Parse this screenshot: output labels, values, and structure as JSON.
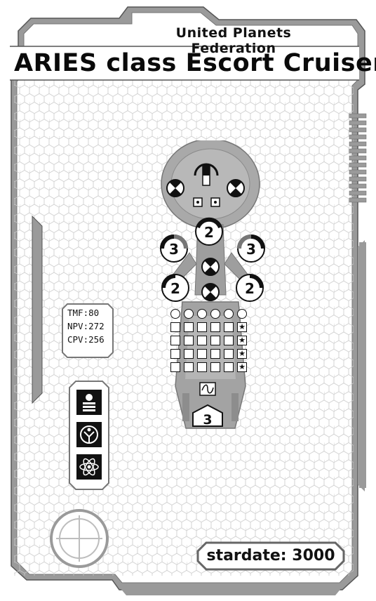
{
  "card": {
    "faction": "United Planets Federation",
    "title": "ARIES class Escort Cruiser",
    "stardate_label": "stardate:",
    "stardate_value": "3000"
  },
  "stats": [
    {
      "label": "TMF",
      "value": "80"
    },
    {
      "label": "NPV",
      "value": "272"
    },
    {
      "label": "CPV",
      "value": "256"
    }
  ],
  "weapons": {
    "front_arc_rating": "2",
    "left_arc_rating": "3",
    "right_arc_rating": "3",
    "lower_left_rating": "2",
    "lower_right_rating": "2",
    "engine_thrust": "3"
  },
  "damage_track": {
    "columns": 6,
    "square_rows": 4,
    "star_column": 6
  },
  "crew_icons": [
    "rank-insignia-icon",
    "science-officer-icon",
    "atom-icon"
  ],
  "colors": {
    "frame_gray": "#9a9a9a",
    "frame_dark": "#555555",
    "ink": "#111111"
  }
}
